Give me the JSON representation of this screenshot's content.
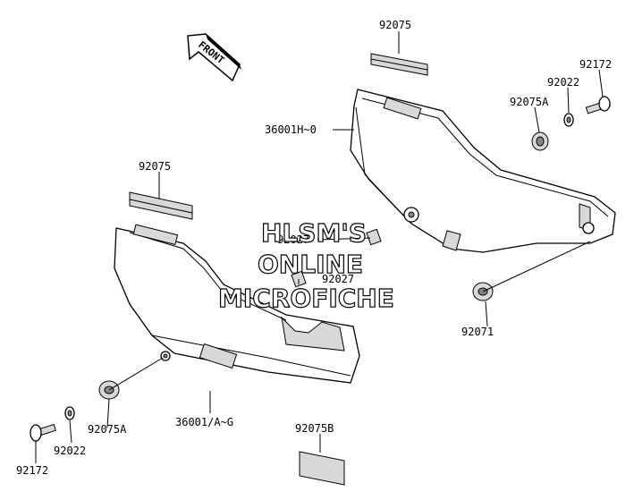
{
  "front_arrow": {
    "label": "FRONT"
  },
  "watermark": {
    "line1": "HLSM'S",
    "line2": "ONLINE",
    "line3": "MICROFICHE"
  },
  "parts": {
    "p92075_top": "92075",
    "p92172_right": "92172",
    "p92022_right": "92022",
    "p92075A_right": "92075A",
    "p36001H": "36001H~0",
    "p92075_left": "92075",
    "p92027_a": "92027",
    "p92027_b": "92027",
    "p92071": "92071",
    "p92075A_left": "92075A",
    "p36001A": "36001/A~G",
    "p92022_left": "92022",
    "p92172_left": "92172",
    "p92075B": "92075B"
  }
}
